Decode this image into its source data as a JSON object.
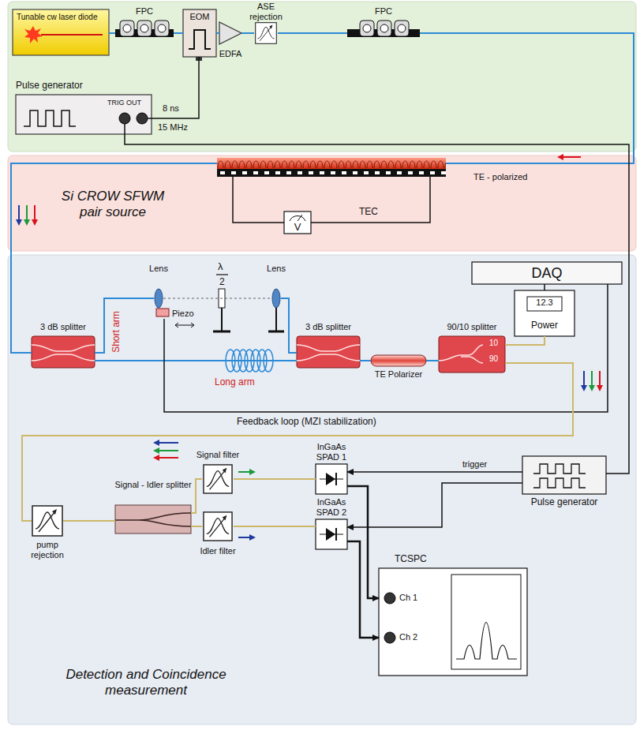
{
  "diagram": {
    "nodes": [
      {
        "text": [
          "Tunable cw laser diode"
        ]
      },
      {
        "text": [
          "FPC"
        ]
      },
      {
        "text": [
          "EOM"
        ]
      },
      {
        "text": [
          "EDFA"
        ]
      },
      {
        "text": [
          "ASE rejection"
        ]
      },
      {
        "text": [
          "FPC"
        ]
      },
      {
        "text": [
          "Pulse generator",
          "TRIG OUT"
        ]
      },
      {
        "text": [
          "Si CROW SFWM pair source"
        ]
      },
      {
        "text": [
          "TEC"
        ],
        "in": 7
      },
      {
        "text": [
          "V"
        ],
        "in": 7
      },
      {
        "text": [
          "Detection and Coincidence measurement"
        ]
      },
      {
        "text": [
          "3 dB splitter"
        ],
        "in": 10
      },
      {
        "text": [
          "Lens"
        ],
        "in": 10
      },
      {
        "text": [
          "Piezo"
        ],
        "in": 10
      },
      {
        "text": [
          "Lens"
        ],
        "in": 10
      },
      {
        "text": [
          "3 dB splitter"
        ],
        "in": 10
      },
      {
        "text": [
          "TE Polarizer"
        ],
        "in": 10
      },
      {
        "text": [
          "90/10 splitter",
          "10",
          "90"
        ],
        "in": 10
      },
      {
        "text": [
          "12.3",
          "Power"
        ],
        "in": 10
      },
      {
        "text": [
          "DAQ"
        ],
        "in": 10
      },
      {
        "text": [
          "pump rejection"
        ],
        "in": 10
      },
      {
        "text": [
          "Signal - Idler splitter"
        ],
        "in": 10
      },
      {
        "text": [
          "Signal filter"
        ],
        "in": 10
      },
      {
        "text": [
          "Idler filter"
        ],
        "in": 10
      },
      {
        "text": [
          "InGaAs SPAD 1"
        ],
        "in": 10
      },
      {
        "text": [
          "InGaAs SPAD 2"
        ],
        "in": 10
      },
      {
        "text": [
          "Pulse generator"
        ],
        "in": 10
      },
      {
        "text": [
          "TCSPC",
          "Ch 1",
          "Ch 2"
        ],
        "in": 10
      }
    ],
    "edges": [
      {
        "from": 0,
        "to": 1,
        "arrow": "none"
      },
      {
        "from": 1,
        "to": 2,
        "arrow": "none"
      },
      {
        "from": 2,
        "to": 3,
        "arrow": "none"
      },
      {
        "from": 3,
        "to": 4,
        "arrow": "none"
      },
      {
        "from": 4,
        "to": 5,
        "arrow": "none"
      },
      {
        "from": 6,
        "to": 2,
        "arrow": "none"
      },
      {
        "from": 5,
        "to": 8,
        "arrow": "none"
      },
      {
        "from": 6,
        "to": 26,
        "arrow": "none"
      },
      {
        "from": 8,
        "to": 11,
        "arrow": "none"
      },
      {
        "from": 11,
        "to": 12,
        "arrow": "none"
      },
      {
        "from": 14,
        "to": 15,
        "arrow": "none"
      },
      {
        "from": 11,
        "to": 15,
        "arrow": "none"
      },
      {
        "from": 15,
        "to": 16,
        "arrow": "none"
      },
      {
        "from": 16,
        "to": 17,
        "arrow": "none"
      },
      {
        "from": 17,
        "to": 18,
        "arrow": "none"
      },
      {
        "from": 18,
        "to": 19,
        "arrow": "none"
      },
      {
        "from": 19,
        "to": 13,
        "label": "Feedback loop (MZI stabilization)",
        "arrow": "none"
      },
      {
        "from": 17,
        "to": 20,
        "arrow": "none"
      },
      {
        "from": 20,
        "to": 21,
        "arrow": "none"
      },
      {
        "from": 21,
        "to": 22,
        "arrow": "none"
      },
      {
        "from": 21,
        "to": 23,
        "arrow": "none"
      },
      {
        "from": 22,
        "to": 24,
        "arrow": "none"
      },
      {
        "from": 23,
        "to": 25,
        "arrow": "none"
      },
      {
        "from": 26,
        "to": 24,
        "label": "trigger",
        "arrow": "to"
      },
      {
        "from": 26,
        "to": 25,
        "arrow": "to"
      },
      {
        "from": 24,
        "to": 27,
        "arrow": "to"
      },
      {
        "from": 25,
        "to": 27,
        "arrow": "to"
      },
      {
        "from": 12,
        "to": 14,
        "arrow": "none"
      }
    ],
    "labels": [
      "8 ns",
      "15 MHz",
      "TE - polarized",
      "Short arm",
      "Long arm",
      "λ",
      "2"
    ]
  }
}
